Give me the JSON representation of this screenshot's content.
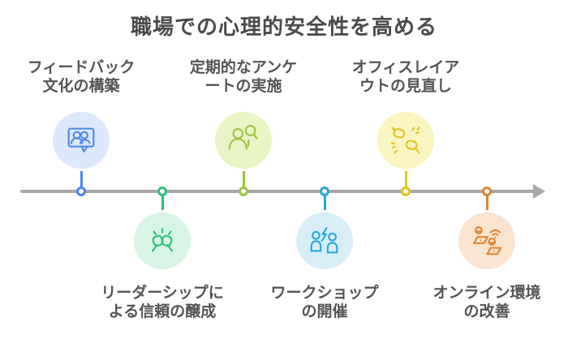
{
  "title": "職場での心理的安全性を高める",
  "colors": {
    "title_text": "#4a4a4a",
    "label_text": "#545454",
    "timeline": "#a6a6a6",
    "background": "#ffffff"
  },
  "timeline": {
    "direction": "right-arrow"
  },
  "items": [
    {
      "label": "フィードバック\n文化の構築",
      "position": "top",
      "icon": "feedback-chat-people-icon",
      "color": "#4b87e8",
      "fill": "#dce8fb"
    },
    {
      "label": "リーダーシップに\nよる信頼の醸成",
      "position": "bottom",
      "icon": "clasped-fists-trust-icon",
      "color": "#2fbf77",
      "fill": "#d8f4e5"
    },
    {
      "label": "定期的なアンケ\nートの実施",
      "position": "top",
      "icon": "person-survey-magnifier-icon",
      "color": "#9cc53f",
      "fill": "#e9f4c6"
    },
    {
      "label": "ワークショップ\nの開催",
      "position": "bottom",
      "icon": "people-lightning-workshop-icon",
      "color": "#2aa5dc",
      "fill": "#d7eef9"
    },
    {
      "label": "オフィスレイア\nウトの見直し",
      "position": "top",
      "icon": "fist-bump-sparkle-icon",
      "color": "#e0c51c",
      "fill": "#faf4c0"
    },
    {
      "label": "オンライン環境\nの改善",
      "position": "bottom",
      "icon": "remote-laptops-wifi-icon",
      "color": "#e08330",
      "fill": "#fae4d0"
    }
  ]
}
